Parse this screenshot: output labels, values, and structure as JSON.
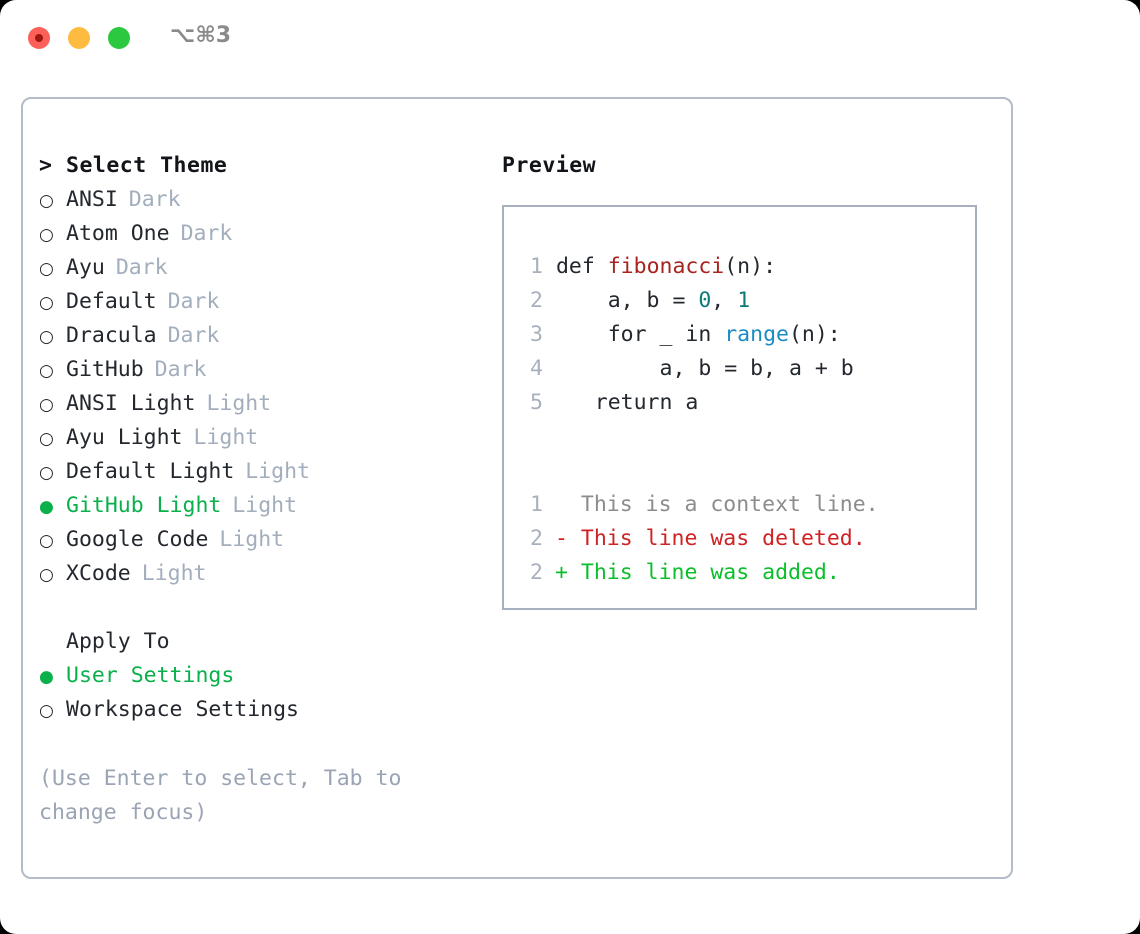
{
  "window": {
    "traffic_lights": [
      "close-red",
      "minimize-yellow",
      "maximize-green"
    ],
    "shortcut": "⌥⌘3"
  },
  "theme_picker": {
    "header": "> Select Theme",
    "header_caret": ">",
    "header_label": "Select Theme",
    "marker_unselected": "○",
    "marker_selected": "●",
    "accent_color": "#0ab04a",
    "variant_color": "#a3aebd",
    "items": [
      {
        "name": "ANSI",
        "variant": "Dark",
        "selected": false
      },
      {
        "name": "Atom One",
        "variant": "Dark",
        "selected": false
      },
      {
        "name": "Ayu",
        "variant": "Dark",
        "selected": false
      },
      {
        "name": "Default",
        "variant": "Dark",
        "selected": false
      },
      {
        "name": "Dracula",
        "variant": "Dark",
        "selected": false
      },
      {
        "name": "GitHub",
        "variant": "Dark",
        "selected": false
      },
      {
        "name": "ANSI Light",
        "variant": "Light",
        "selected": false
      },
      {
        "name": "Ayu Light",
        "variant": "Light",
        "selected": false
      },
      {
        "name": "Default Light",
        "variant": "Light",
        "selected": false
      },
      {
        "name": "GitHub Light",
        "variant": "Light",
        "selected": true
      },
      {
        "name": "Google Code",
        "variant": "Light",
        "selected": false
      },
      {
        "name": "XCode",
        "variant": "Light",
        "selected": false
      }
    ]
  },
  "apply_to": {
    "header": "Apply To",
    "options": [
      {
        "label": "User Settings",
        "selected": true
      },
      {
        "label": "Workspace Settings",
        "selected": false
      }
    ]
  },
  "hint": "(Use Enter to select, Tab to change focus)",
  "preview": {
    "header": "Preview",
    "code_lines": [
      {
        "number": "1",
        "tokens": [
          {
            "text": "def ",
            "kind": "plain"
          },
          {
            "text": "fibonacci",
            "kind": "func"
          },
          {
            "text": "(n):",
            "kind": "plain"
          }
        ]
      },
      {
        "number": "2",
        "tokens": [
          {
            "text": "    a, b = ",
            "kind": "plain"
          },
          {
            "text": "0",
            "kind": "num"
          },
          {
            "text": ", ",
            "kind": "plain"
          },
          {
            "text": "1",
            "kind": "num"
          }
        ]
      },
      {
        "number": "3",
        "tokens": [
          {
            "text": "    for _ in ",
            "kind": "plain"
          },
          {
            "text": "range",
            "kind": "builtin"
          },
          {
            "text": "(n):",
            "kind": "plain"
          }
        ]
      },
      {
        "number": "4",
        "tokens": [
          {
            "text": "        a, b = b, a + b",
            "kind": "plain"
          }
        ]
      },
      {
        "number": "5",
        "tokens": [
          {
            "text": "   return a",
            "kind": "plain"
          }
        ]
      }
    ],
    "diff_lines": [
      {
        "number": "1",
        "sign": " ",
        "text": "This is a context line.",
        "kind": "ctx"
      },
      {
        "number": "2",
        "sign": "-",
        "text": "This line was deleted.",
        "kind": "del"
      },
      {
        "number": "2",
        "sign": "+",
        "text": "This line was added.",
        "kind": "add"
      }
    ],
    "colors": {
      "function": "#a8231f",
      "number": "#0b7b77",
      "builtin": "#1a8cc4",
      "context": "#8c8c8c",
      "deleted": "#cf2222",
      "added": "#0bbf2b",
      "line_number": "#a7b0bd"
    }
  }
}
